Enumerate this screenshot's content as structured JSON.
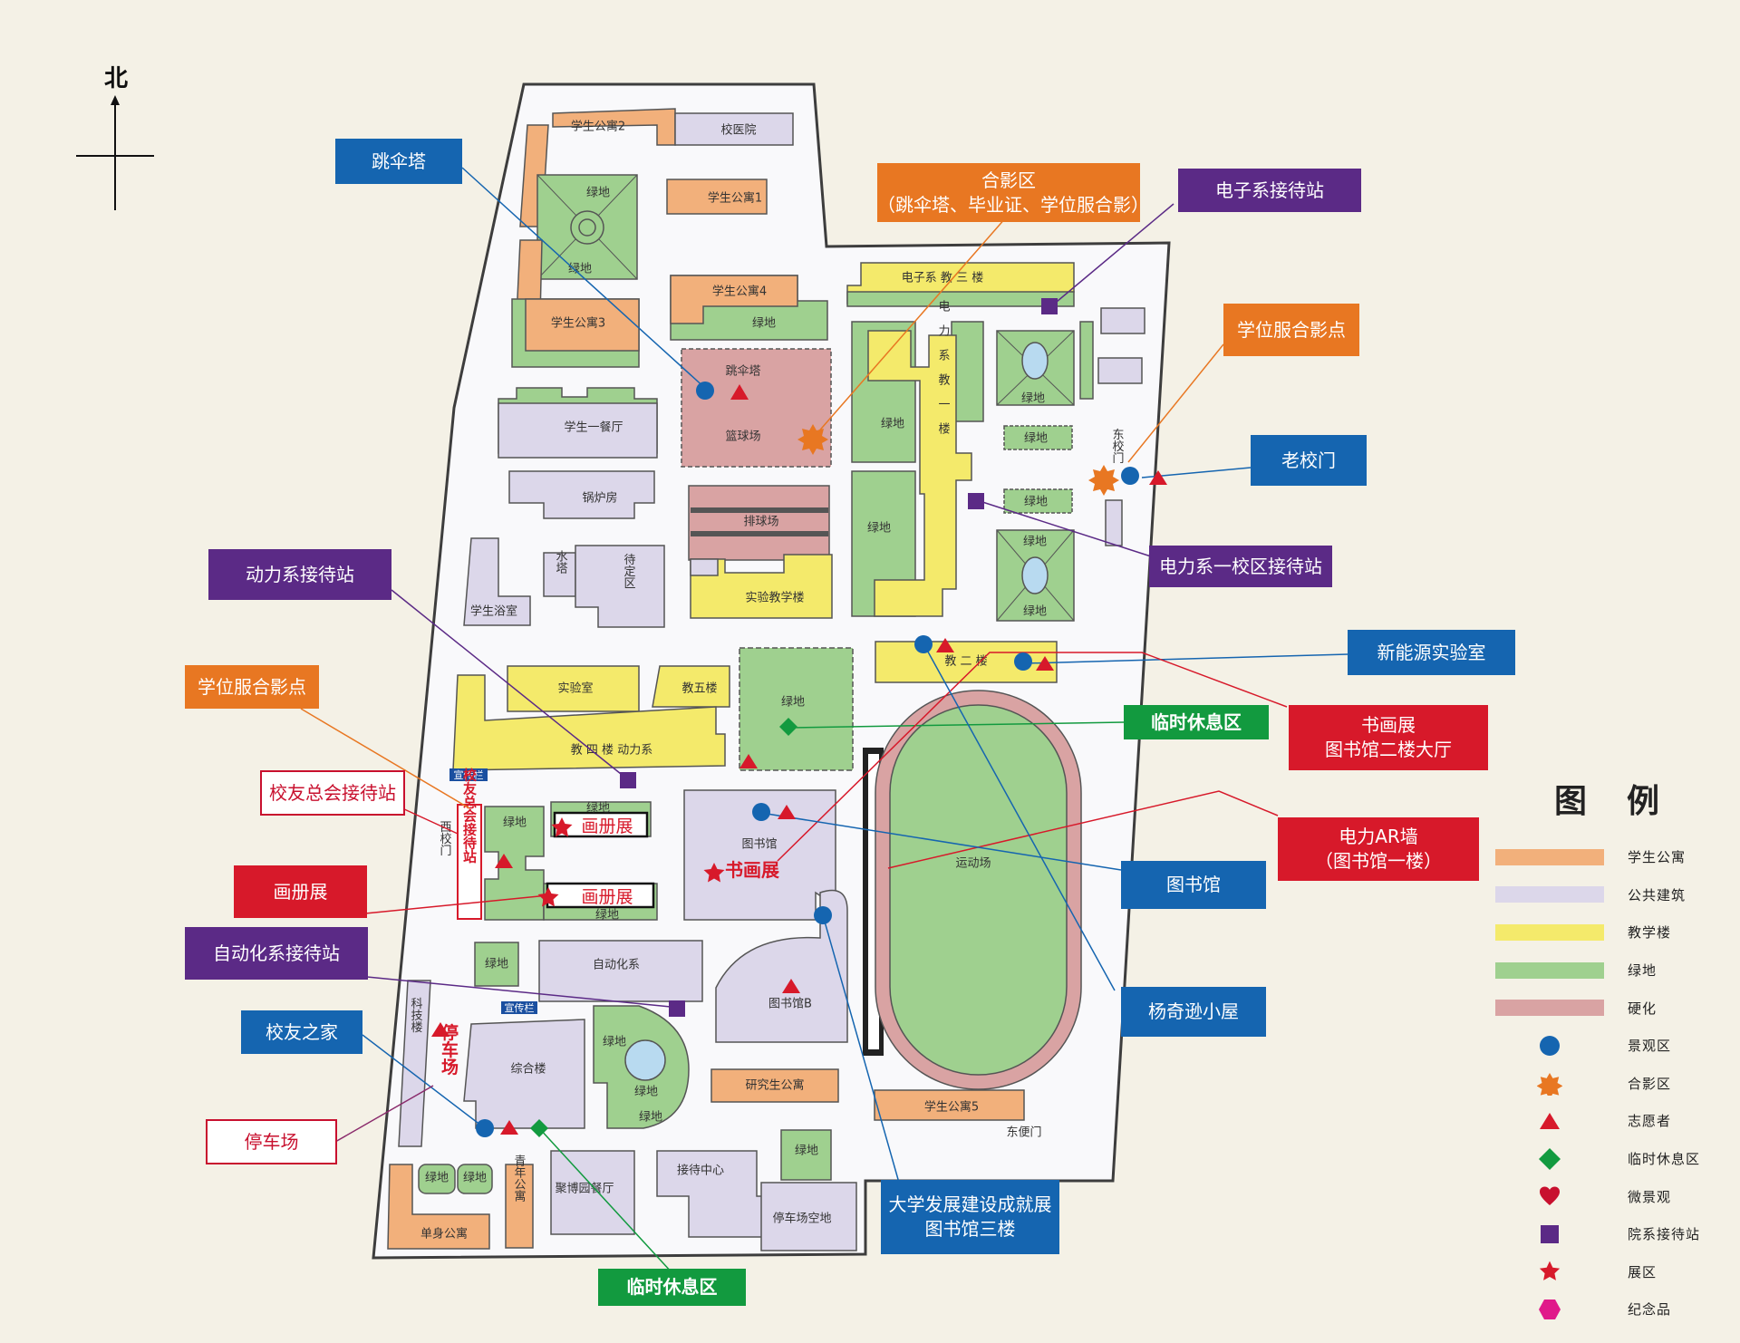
{
  "compass": {
    "label": "北"
  },
  "buildings": [
    {
      "name": "学生公寓2",
      "color": "#f2b07b"
    },
    {
      "name": "校医院",
      "color": "#dcd7ea"
    },
    {
      "name": "学生公寓1",
      "color": "#f2b07b"
    },
    {
      "name": "学生公寓4",
      "color": "#f2b07b"
    },
    {
      "name": "学生公寓3",
      "color": "#f2b07b"
    },
    {
      "name": "跳伞塔",
      "color": ""
    },
    {
      "name": "篮球场",
      "color": ""
    },
    {
      "name": "学生一餐厅",
      "color": "#dcd7ea"
    },
    {
      "name": "锅炉房",
      "color": "#dcd7ea"
    },
    {
      "name": "排球场",
      "color": "#d9a3a3"
    },
    {
      "name": "实验教学楼",
      "color": "#f4ea6b"
    },
    {
      "name": "水塔",
      "color": "#dcd7ea"
    },
    {
      "name": "待定区",
      "color": "#dcd7ea"
    },
    {
      "name": "学生浴室",
      "color": "#dcd7ea"
    },
    {
      "name": "电子系 教 三 楼",
      "color": "#f4ea6b"
    },
    {
      "name": "电力系教一楼",
      "color": "#f4ea6b"
    },
    {
      "name": "教 二 楼",
      "color": "#f4ea6b"
    },
    {
      "name": "实验室",
      "color": "#f4ea6b"
    },
    {
      "name": "教五楼",
      "color": "#f4ea6b"
    },
    {
      "name": "教 四 楼  动力系",
      "color": "#f4ea6b"
    },
    {
      "name": "图书馆",
      "color": "#dcd7ea"
    },
    {
      "name": "图书馆B",
      "color": "#dcd7ea"
    },
    {
      "name": "自动化系",
      "color": "#dcd7ea"
    },
    {
      "name": "综合楼",
      "color": "#dcd7ea"
    },
    {
      "name": "科技楼",
      "color": "#dcd7ea"
    },
    {
      "name": "研究生公寓",
      "color": "#f2b07b"
    },
    {
      "name": "学生公寓5",
      "color": "#f2b07b"
    },
    {
      "name": "接待中心",
      "color": "#dcd7ea"
    },
    {
      "name": "聚博园餐厅",
      "color": "#dcd7ea"
    },
    {
      "name": "停车场空地",
      "color": "#dcd7ea"
    },
    {
      "name": "青年公寓",
      "color": "#f2b07b"
    },
    {
      "name": "单身公寓",
      "color": "#f2b07b"
    },
    {
      "name": "运动场",
      "color": "#9fd08f"
    }
  ],
  "map_labels": {
    "green": "绿地",
    "west_gate": "西校门",
    "east_gate": "东校门",
    "east_side_gate": "东便门",
    "notice_board": "宣传栏",
    "alumni_reception_vertical": "校友总会接待站",
    "parking_vertical": "停车场",
    "book_album_exhibit": "画册展",
    "calligraphy_exhibit": "书画展"
  },
  "callouts": [
    {
      "text": "跳伞塔",
      "style": "blue"
    },
    {
      "text": "合影区",
      "text2": "（跳伞塔、毕业证、学位服合影）",
      "style": "orange"
    },
    {
      "text": "电子系接待站",
      "style": "purple"
    },
    {
      "text": "学位服合影点",
      "style": "orange"
    },
    {
      "text": "老校门",
      "style": "blue"
    },
    {
      "text": "电力系一校区接待站",
      "style": "purple"
    },
    {
      "text": "动力系接待站",
      "style": "purple"
    },
    {
      "text": "新能源实验室",
      "style": "blue"
    },
    {
      "text": "学位服合影点",
      "style": "orange"
    },
    {
      "text": "临时休息区",
      "style": "green"
    },
    {
      "text": "书画展",
      "text2": "图书馆二楼大厅",
      "style": "red"
    },
    {
      "text": "校友总会接待站",
      "style": "outline"
    },
    {
      "text": "电力AR墙",
      "text2": "（图书馆一楼）",
      "style": "red"
    },
    {
      "text": "画册展",
      "style": "red"
    },
    {
      "text": "图书馆",
      "style": "blue"
    },
    {
      "text": "自动化系接待站",
      "style": "purple"
    },
    {
      "text": "杨奇逊小屋",
      "style": "blue"
    },
    {
      "text": "校友之家",
      "style": "blue"
    },
    {
      "text": "停车场",
      "style": "outline"
    },
    {
      "text": "大学发展建设成就展",
      "text2": "图书馆三楼",
      "style": "blue"
    },
    {
      "text": "临时休息区",
      "style": "green"
    }
  ],
  "legend": {
    "title": "图例",
    "items": [
      {
        "label": "学生公寓",
        "type": "swatch",
        "color": "#f2b07b"
      },
      {
        "label": "公共建筑",
        "type": "swatch",
        "color": "#dcd7ea"
      },
      {
        "label": "教学楼",
        "type": "swatch",
        "color": "#f4ea6b"
      },
      {
        "label": "绿地",
        "type": "swatch",
        "color": "#9fd08f"
      },
      {
        "label": "硬化",
        "type": "swatch",
        "color": "#d9a3a3"
      },
      {
        "label": "景观区",
        "type": "circle",
        "color": "#1565b0"
      },
      {
        "label": "合影区",
        "type": "burst",
        "color": "#e87722"
      },
      {
        "label": "志愿者",
        "type": "triangle",
        "color": "#d7192a"
      },
      {
        "label": "临时休息区",
        "type": "diamond",
        "color": "#129a3f"
      },
      {
        "label": "微景观",
        "type": "heart",
        "color": "#c8102e"
      },
      {
        "label": "院系接待站",
        "type": "square",
        "color": "#5b2a86"
      },
      {
        "label": "展区",
        "type": "star",
        "color": "#d7192a"
      },
      {
        "label": "纪念品",
        "type": "hexagon",
        "color": "#e0198a"
      }
    ]
  }
}
